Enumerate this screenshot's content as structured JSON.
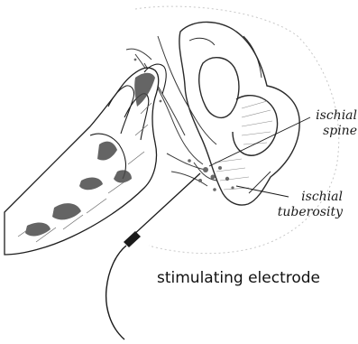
{
  "labels": {
    "ischial_spine": [
      "ischial",
      "spine"
    ],
    "ischial_tuberosity": [
      "ischial",
      "tuberosity"
    ],
    "stimulating_electrode": "stimulating electrode"
  },
  "colors": {
    "ink": "#1a1a1a",
    "shade": "#5a5a5a",
    "light_shade": "#b8b8b8",
    "background": "#ffffff"
  }
}
